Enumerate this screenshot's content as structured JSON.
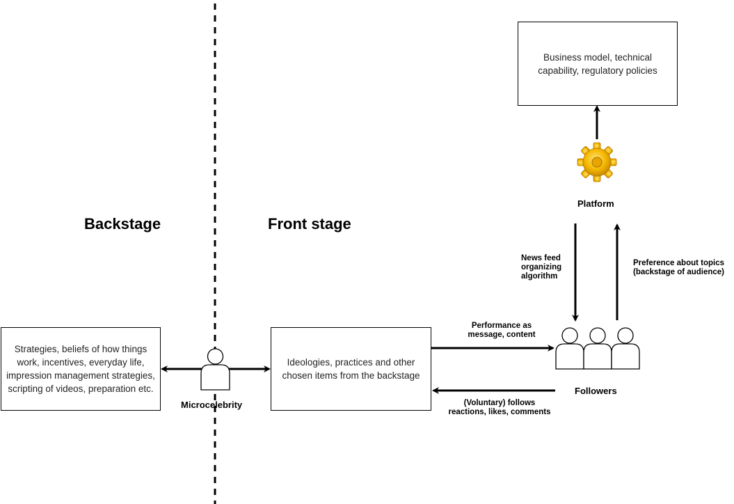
{
  "headings": {
    "backstage": "Backstage",
    "front_stage": "Front stage"
  },
  "boxes": {
    "backstage_box": "Strategies, beliefs of how things work, incentives, everyday life, impression management strategies, scripting of videos, preparation etc.",
    "frontstage_box": "Ideologies, practices and other chosen items from the backstage",
    "platform_box": "Business model, technical capability, regulatory policies"
  },
  "actors": {
    "microcelebrity": "Microcelebrity",
    "followers": "Followers",
    "platform": "Platform"
  },
  "edge_labels": {
    "performance_line1": "Performance as",
    "performance_line2": "message, content",
    "follows_line1": "(Voluntary) follows",
    "follows_line2": "reactions, likes, comments",
    "newsfeed_line1": "News feed",
    "newsfeed_line2": "organizing",
    "newsfeed_line3": "algorithm",
    "preference_line1": "Preference about topics",
    "preference_line2": "(backstage of audience)"
  },
  "icons": {
    "platform": "gear-icon",
    "microcelebrity": "person-icon",
    "followers": "group-icon"
  },
  "colors": {
    "gear": "#f5b800",
    "line": "#000000"
  }
}
